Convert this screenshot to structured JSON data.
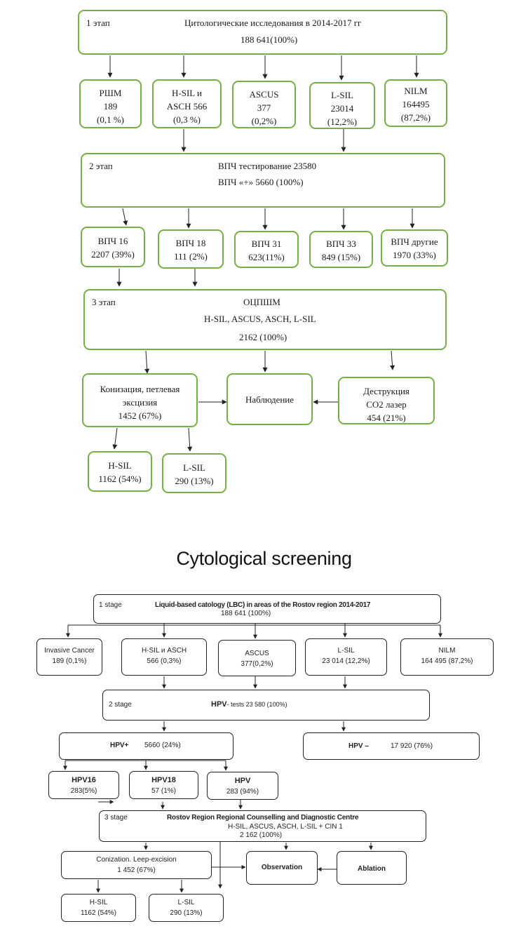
{
  "ru": {
    "stage1": {
      "tag": "1 этап",
      "title": "Цитологические исследования в  2014-2017 гг",
      "total": "188 641(100%)"
    },
    "row1": [
      {
        "l1": "РШМ",
        "l2": "189",
        "l3": "(0,1 %)"
      },
      {
        "l1": "H-SIL и",
        "l2": "ASCH   566",
        "l3": "(0,3 %)"
      },
      {
        "l1": "ASCUS",
        "l2": "377",
        "l3": "(0,2%)"
      },
      {
        "l1": "L-SIL",
        "l2": "23014",
        "l3": "(12,2%)"
      },
      {
        "l1": "NILM",
        "l2": "164495",
        "l3": "(87,2%)"
      }
    ],
    "stage2": {
      "tag": "2 этап",
      "title": "ВПЧ тестирование 23580",
      "sub": "ВПЧ «+» 5660 (100%)"
    },
    "row2": [
      {
        "l1": "ВПЧ 16",
        "l2": "2207 (39%)"
      },
      {
        "l1": "ВПЧ 18",
        "l2": "111 (2%)"
      },
      {
        "l1": "ВПЧ 31",
        "l2": "623(11%)"
      },
      {
        "l1": "ВПЧ 33",
        "l2": "849 (15%)"
      },
      {
        "l1": "ВПЧ другие",
        "l2": "1970 (33%)"
      }
    ],
    "stage3": {
      "tag": "3 этап",
      "title": "ОЦПШМ",
      "sub": "H-SIL, ASCUS, ASCH, L-SIL",
      "total": "2162 (100%)"
    },
    "conization": {
      "l1": "Конизация, петлевая",
      "l2": "эксцизия",
      "l3": "1452 (67%)"
    },
    "observation": "Наблюдение",
    "destruction": {
      "l1": "Деструкция",
      "l2": "CO2  лазер",
      "l3": "454 (21%)"
    },
    "hsil": {
      "l1": "H-SIL",
      "l2": "1162 (54%)"
    },
    "lsil": {
      "l1": "L-SIL",
      "l2": "290 (13%)"
    }
  },
  "en_title": "Cytological screening",
  "en": {
    "stage1": {
      "tag": "1 stage",
      "title": "Liquid-based catology (LBC) in areas of the Rostov region 2014-2017",
      "total": "188 641 (100%)"
    },
    "row1": [
      {
        "l1": "Invasive Cancer",
        "l2": "189 (0,1%)"
      },
      {
        "l1": "H-SIL и ASCH",
        "l2": "566 (0,3%)"
      },
      {
        "l1": "ASCUS",
        "l2": "377(0,2%)"
      },
      {
        "l1": "L-SIL",
        "l2": "23 014 (12,2%)"
      },
      {
        "l1": "NILM",
        "l2": "164 495 (87,2%)"
      }
    ],
    "stage2": {
      "tag": "2 stage",
      "title_bold": "HPV",
      "title_rest": "- tests 23 580 (100%)"
    },
    "hpvpos": {
      "label": "HPV+",
      "value": "5660 (24%)"
    },
    "hpvneg": {
      "label": "HPV –",
      "value": "17 920 (76%)"
    },
    "row3": [
      {
        "l1": "HPV16",
        "l2": "283(5%)"
      },
      {
        "l1": "HPV18",
        "l2": "57 (1%)"
      },
      {
        "l1": "HPV",
        "l2": "283 (94%)"
      }
    ],
    "stage3": {
      "tag": "3 stage",
      "title": "Rostov Region Regional Counselling and Diagnostic Centre",
      "sub": "H-SIL, ASCUS, ASCH, L-SIL + CIN 1",
      "total": "2 162 (100%)"
    },
    "conization": {
      "l1": "Conization. Leep-excision",
      "l2": "1 452 (67%)"
    },
    "observation": "Observation",
    "ablation": "Ablation",
    "hsil": {
      "l1": "H-SIL",
      "l2": "1162 (54%)"
    },
    "lsil": {
      "l1": "L-SIL",
      "l2": "290 (13%)"
    }
  }
}
